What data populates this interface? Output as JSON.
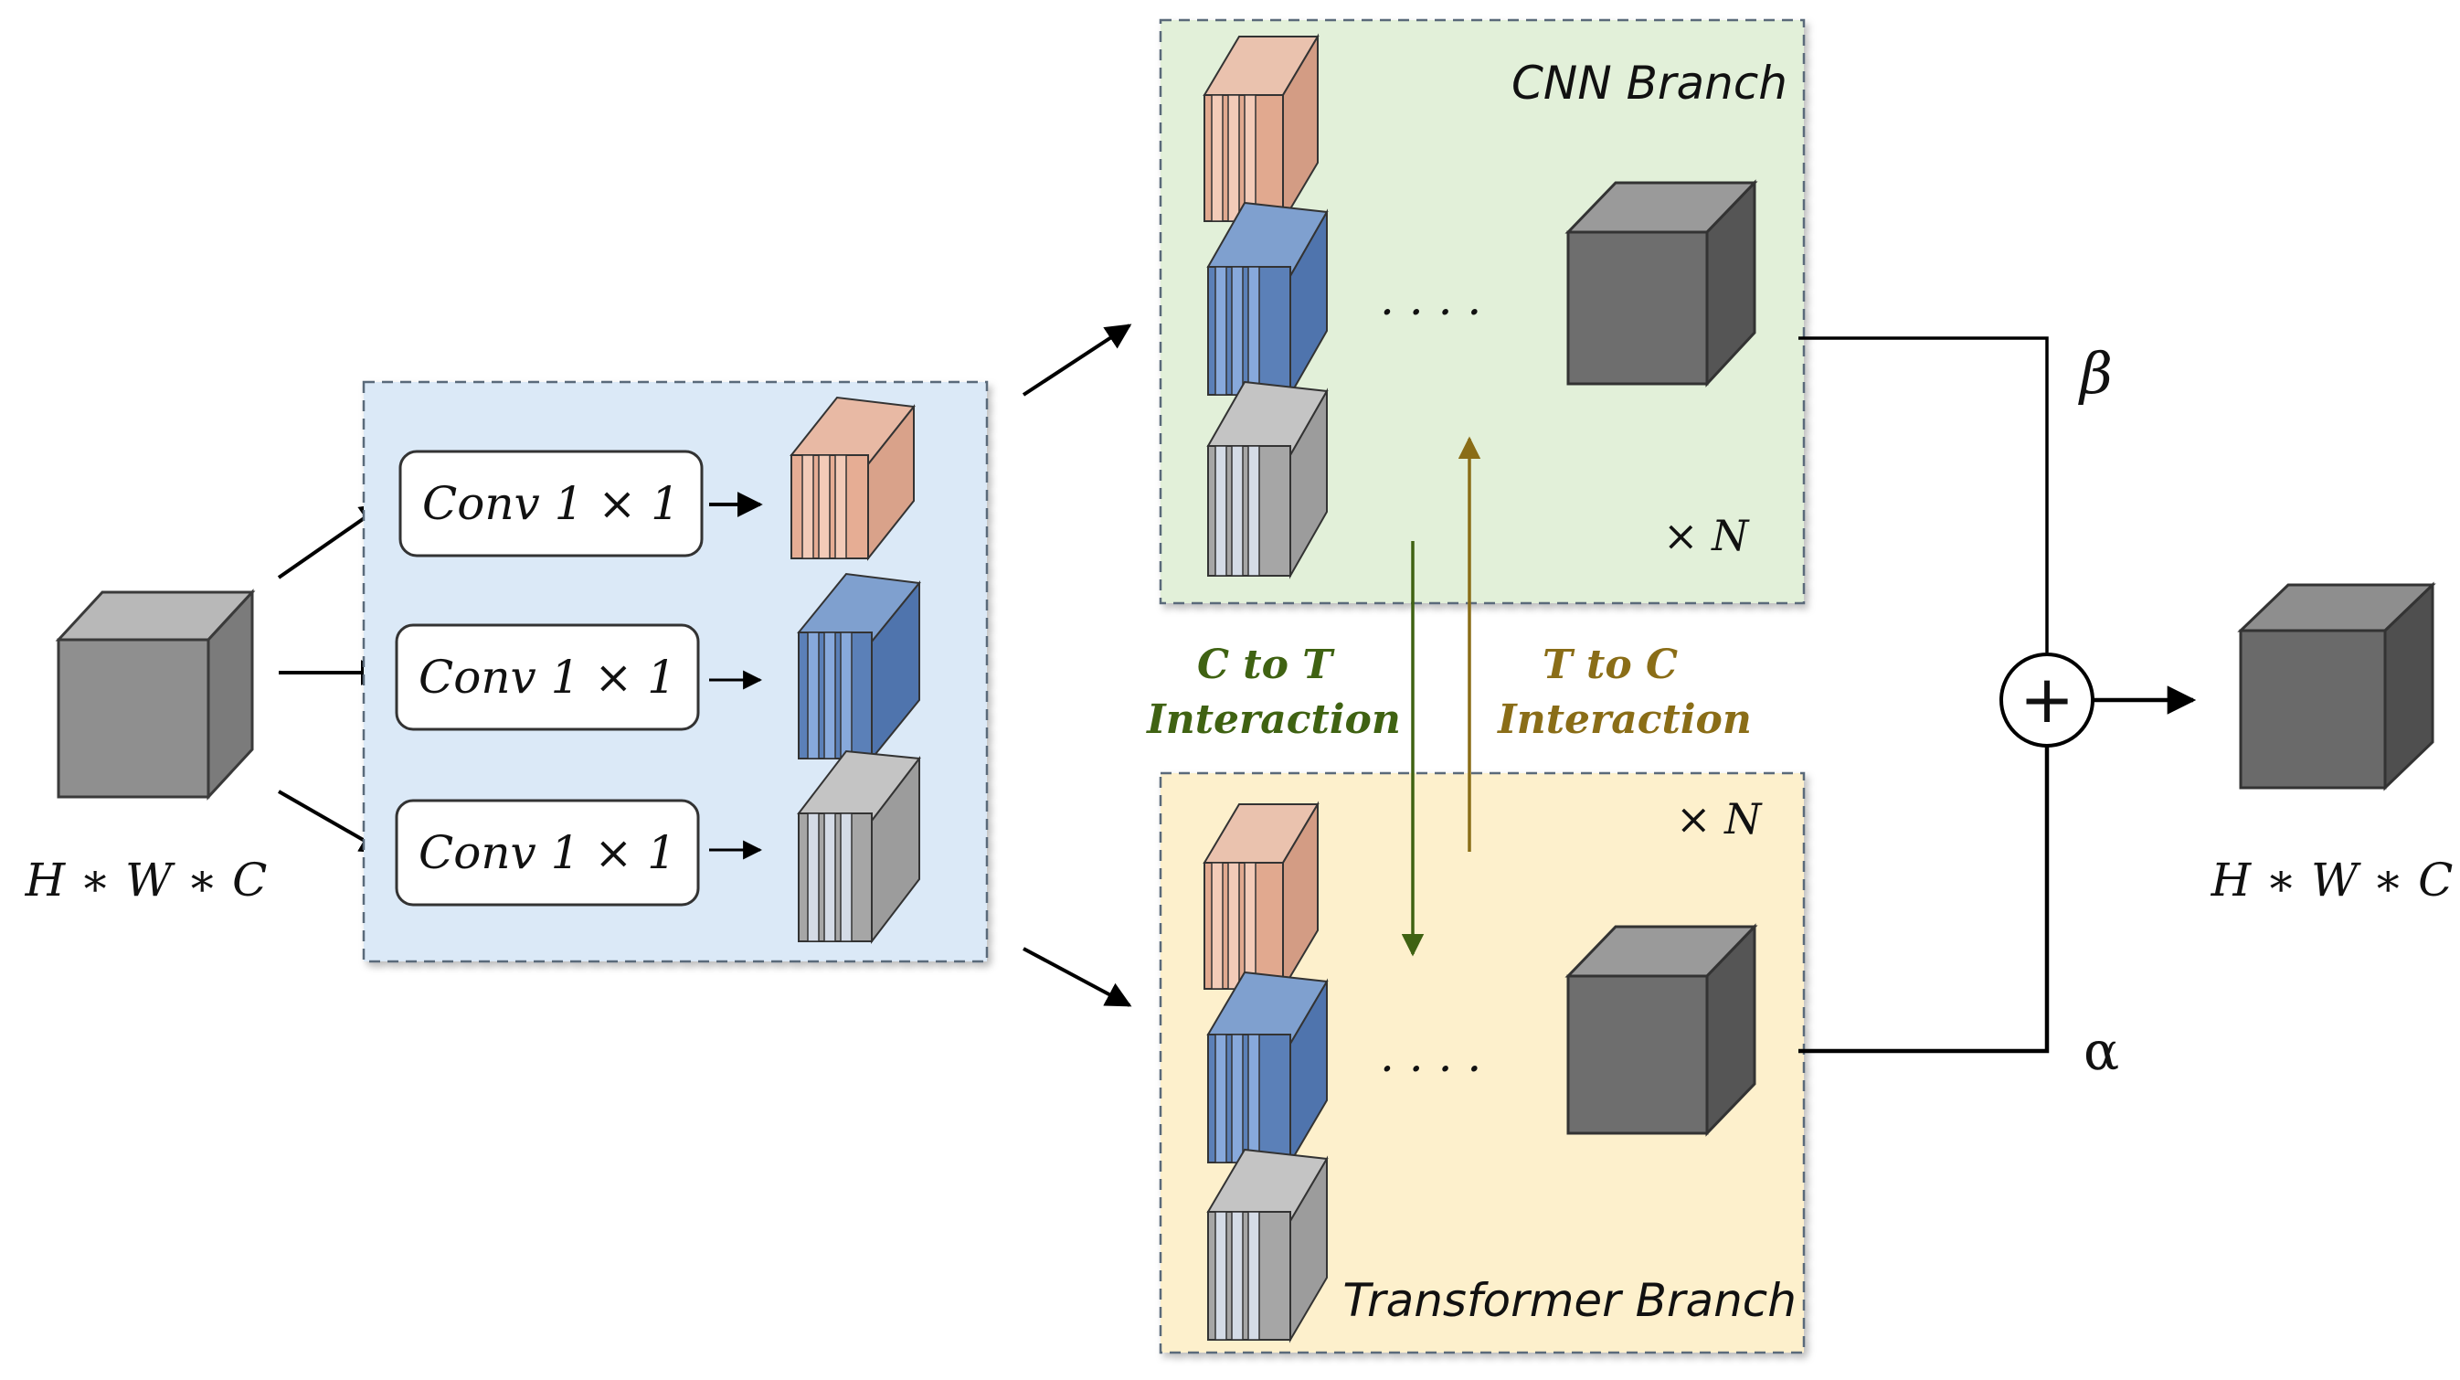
{
  "input": {
    "label": "H ∗ W ∗ C"
  },
  "output": {
    "label": "H ∗ W ∗ C"
  },
  "conv_block": {
    "layers": [
      {
        "label": "Conv 1 × 1",
        "slice_color": "#d9a28a"
      },
      {
        "label": "Conv 1 × 1",
        "slice_color": "#5b80b8"
      },
      {
        "label": "Conv 1 × 1",
        "slice_color": "#a6a6a6"
      }
    ]
  },
  "cnn_branch": {
    "title": "CNN Branch",
    "repeat": "× N",
    "dots": ". . . ."
  },
  "transformer_branch": {
    "title": "Transformer Branch",
    "repeat": "× N",
    "dots": ". . . ."
  },
  "interactions": {
    "c_to_t": {
      "line1": "C to T",
      "line2": "Interaction",
      "color": "#3f6212"
    },
    "t_to_c": {
      "line1": "T to C",
      "line2": "Interaction",
      "color": "#8a6d17"
    }
  },
  "fusion": {
    "symbol": "+",
    "beta": "β",
    "alpha": "α"
  },
  "colors": {
    "conv_panel_fill": "#dbe9f7",
    "cnn_panel_fill": "#e2f0d9",
    "transformer_panel_fill": "#fdf0cc",
    "panel_border": "#5a6a7a",
    "cube_front": "#6e6e6e",
    "input_cube_front": "#8f8f8f"
  }
}
